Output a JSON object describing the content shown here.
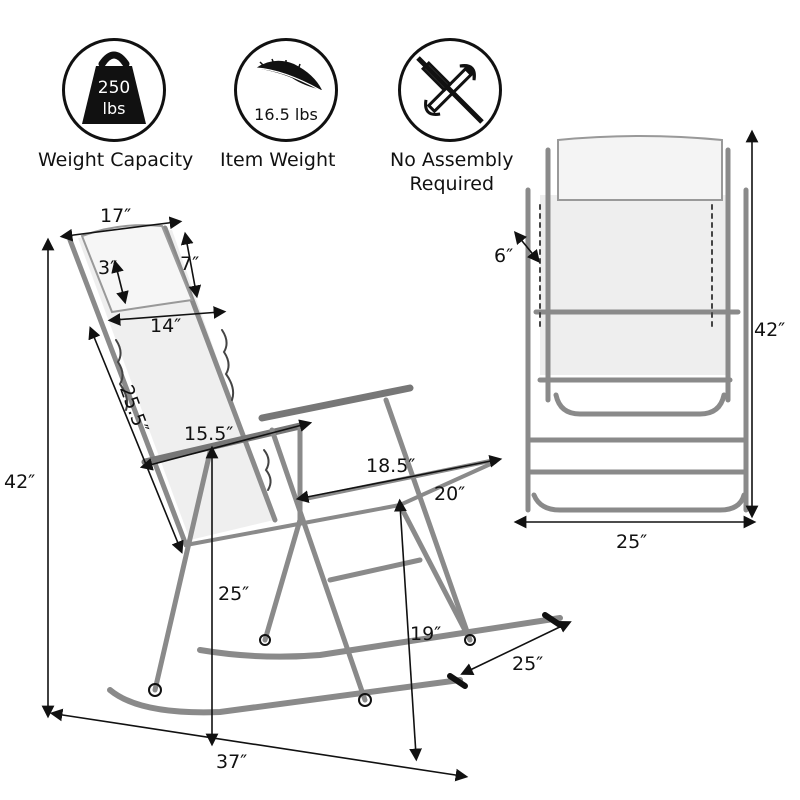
{
  "badges": {
    "weight_capacity": {
      "value": "250",
      "unit": "lbs",
      "caption": "Weight Capacity",
      "icon": "kettlebell-icon"
    },
    "item_weight": {
      "value": "16.5 lbs",
      "caption": "Item Weight",
      "icon": "feather-icon"
    },
    "no_assembly": {
      "caption_line1": "No Assembly",
      "caption_line2": "Required",
      "icon": "no-tools-icon"
    }
  },
  "dimensions": {
    "headrest_width": "17″",
    "headrest_depth": "3″",
    "headrest_height": "7″",
    "back_inner_width": "14″",
    "back_length": "25.5″",
    "armrest_length": "15.5″",
    "seat_width": "18.5″",
    "seat_depth": "20″",
    "armrest_height": "25″",
    "seat_height": "19″",
    "base_width": "25″",
    "base_length": "37″",
    "overall_height": "42″",
    "front_height": "42″",
    "front_width": "25″",
    "folded_gap": "6″"
  },
  "colors": {
    "line": "#111111",
    "frame": "#8a8a8a",
    "fabric": "#eeeeee"
  }
}
